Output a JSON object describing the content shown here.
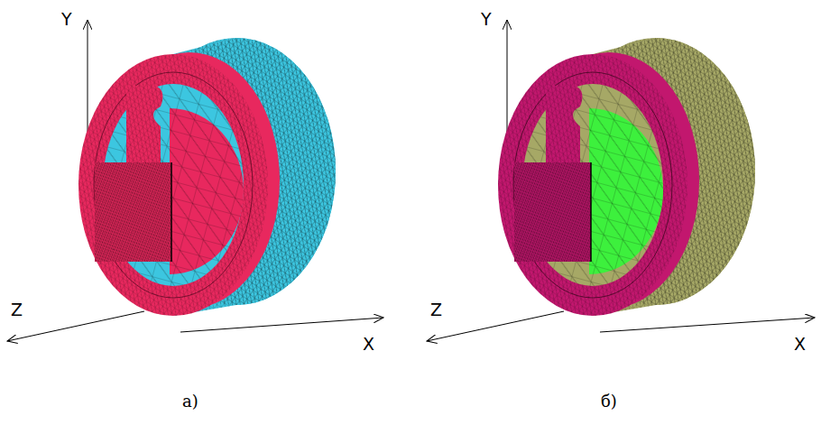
{
  "diagram": {
    "labels": [
      "Y",
      "Z",
      "X",
      "а)",
      "Y",
      "Z",
      "X",
      "б)"
    ]
  }
}
